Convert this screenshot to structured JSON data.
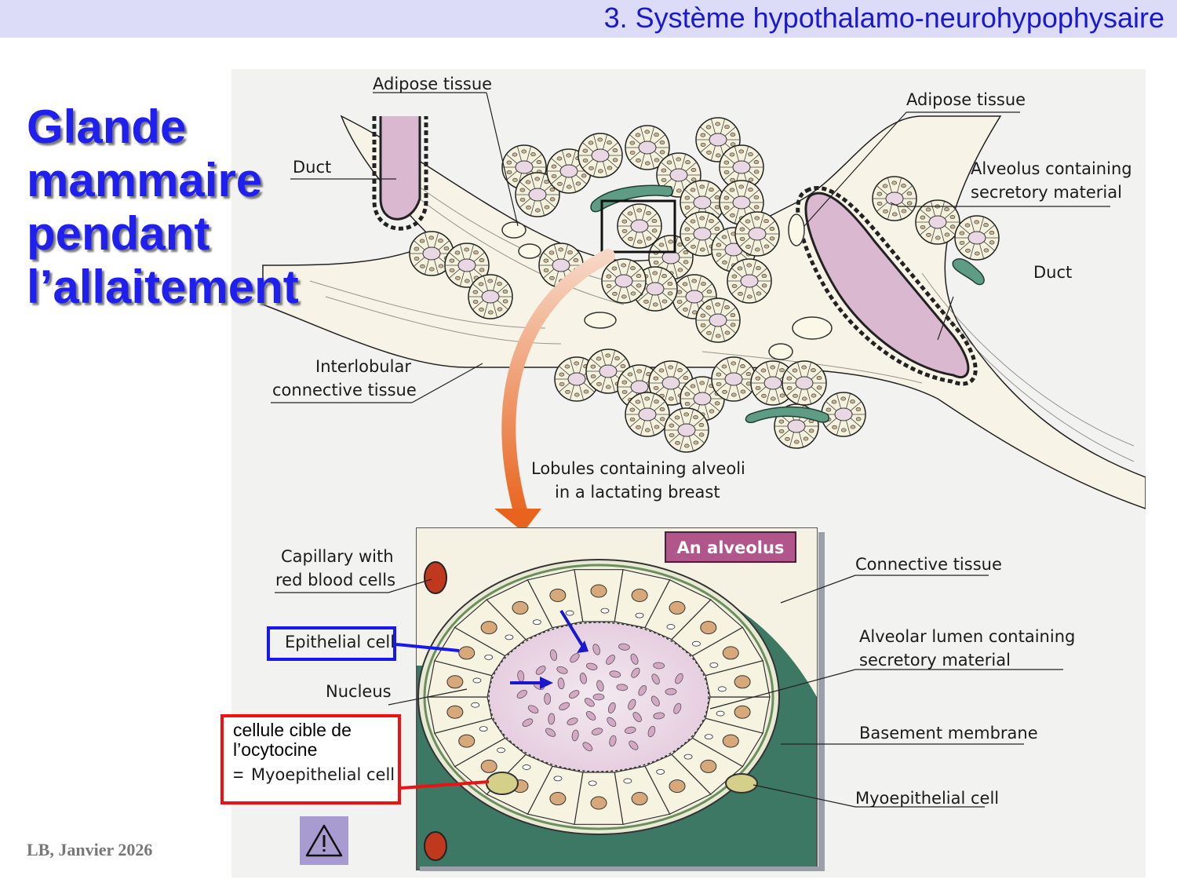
{
  "header": {
    "section_title": "3. Système hypothalamo-neurohypophysaire"
  },
  "title": {
    "lines": [
      "Glande",
      "mammaire",
      "pendant",
      "l’allaitement"
    ]
  },
  "figure": {
    "top_labels": {
      "adipose_left": "Adipose tissue",
      "adipose_right": "Adipose tissue",
      "duct_left": "Duct",
      "duct_right": "Duct",
      "alveolus_line1": "Alveolus containing",
      "alveolus_line2": "secretory material",
      "interlobular_line1": "Interlobular",
      "interlobular_line2": "connective tissue",
      "lobules_line1": "Lobules containing alveoli",
      "lobules_line2": "in a lactating breast"
    },
    "detail_labels": {
      "badge": "An alveolus",
      "capillary_line1": "Capillary with",
      "capillary_line2": "red blood cells",
      "epithelial": "Epithelial cell",
      "nucleus": "Nucleus",
      "connective": "Connective tissue",
      "lumen_line1": "Alveolar lumen containing",
      "lumen_line2": "secretory material",
      "basement": "Basement membrane",
      "myoepithelial_right": "Myoepithelial cell"
    },
    "colors": {
      "duct_fill": "#d9b8d0",
      "alveolus_green": "#5e9c86",
      "badge": "#b0568a",
      "arrow": "#e8641e"
    }
  },
  "annotation": {
    "target_line1": "cellule cible de",
    "target_line2": "l’ocytocine",
    "equals": "=",
    "myoepithelial": "Myoepithelial cell",
    "box_color": "#ee1111",
    "highlight_color": "#1818ee"
  },
  "footer": {
    "credit": "LB, Janvier 2026"
  },
  "warning": {
    "icon": "warning-triangle-icon"
  }
}
